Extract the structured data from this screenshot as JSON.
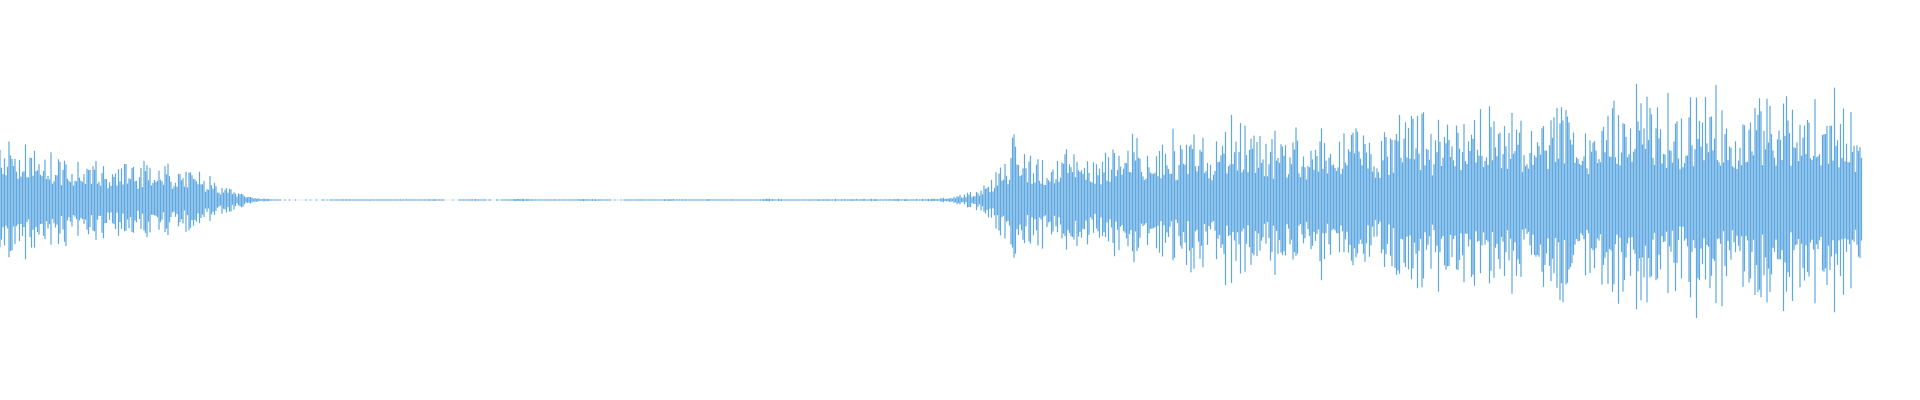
{
  "waveform": {
    "color": "#5FA8E0",
    "background": "#FFFFFF",
    "peak_amplitude_envelope": [
      0.45,
      0.48,
      0.52,
      0.38,
      0.44,
      0.33,
      0.41,
      0.36,
      0.3,
      0.34,
      0.28,
      0.42,
      0.3,
      0.24,
      0.33,
      0.2,
      0.12,
      0.07,
      0.04,
      0.015,
      0.0,
      0.0,
      0.0,
      0.0,
      0.0,
      0.01,
      0.0,
      0.01,
      0.0,
      0.01,
      0.0,
      0.01,
      0.0,
      0.0,
      0.01,
      0.0,
      0.0,
      0.01,
      0.01,
      0.0,
      0.01,
      0.0,
      0.01,
      0.01,
      0.0,
      0.0,
      0.01,
      0.0,
      0.01,
      0.01,
      0.0,
      0.01,
      0.0,
      0.01,
      0.0,
      0.01,
      0.01,
      0.0,
      0.01,
      0.01,
      0.01,
      0.01,
      0.01,
      0.01,
      0.01,
      0.01,
      0.01,
      0.01,
      0.02,
      0.04,
      0.08,
      0.12,
      0.38,
      0.52,
      0.35,
      0.4,
      0.36,
      0.42,
      0.44,
      0.38,
      0.46,
      0.55,
      0.5,
      0.44,
      0.6,
      0.48,
      0.7,
      0.52,
      0.62,
      0.75,
      0.58,
      0.5,
      0.64,
      0.55,
      0.56,
      0.68,
      0.6,
      0.72,
      0.58,
      0.55,
      0.62,
      0.66,
      0.85,
      0.7,
      0.82,
      0.74,
      0.76,
      0.78,
      0.72,
      0.8,
      0.64,
      0.7,
      0.78,
      0.82,
      0.74,
      0.72,
      0.9,
      0.76,
      1.0,
      0.74,
      0.86,
      0.72,
      0.96,
      0.88,
      0.9,
      0.78,
      0.94,
      0.86,
      0.92,
      0.84,
      0.9,
      0.8,
      0.88,
      0.75,
      0.4
    ]
  }
}
